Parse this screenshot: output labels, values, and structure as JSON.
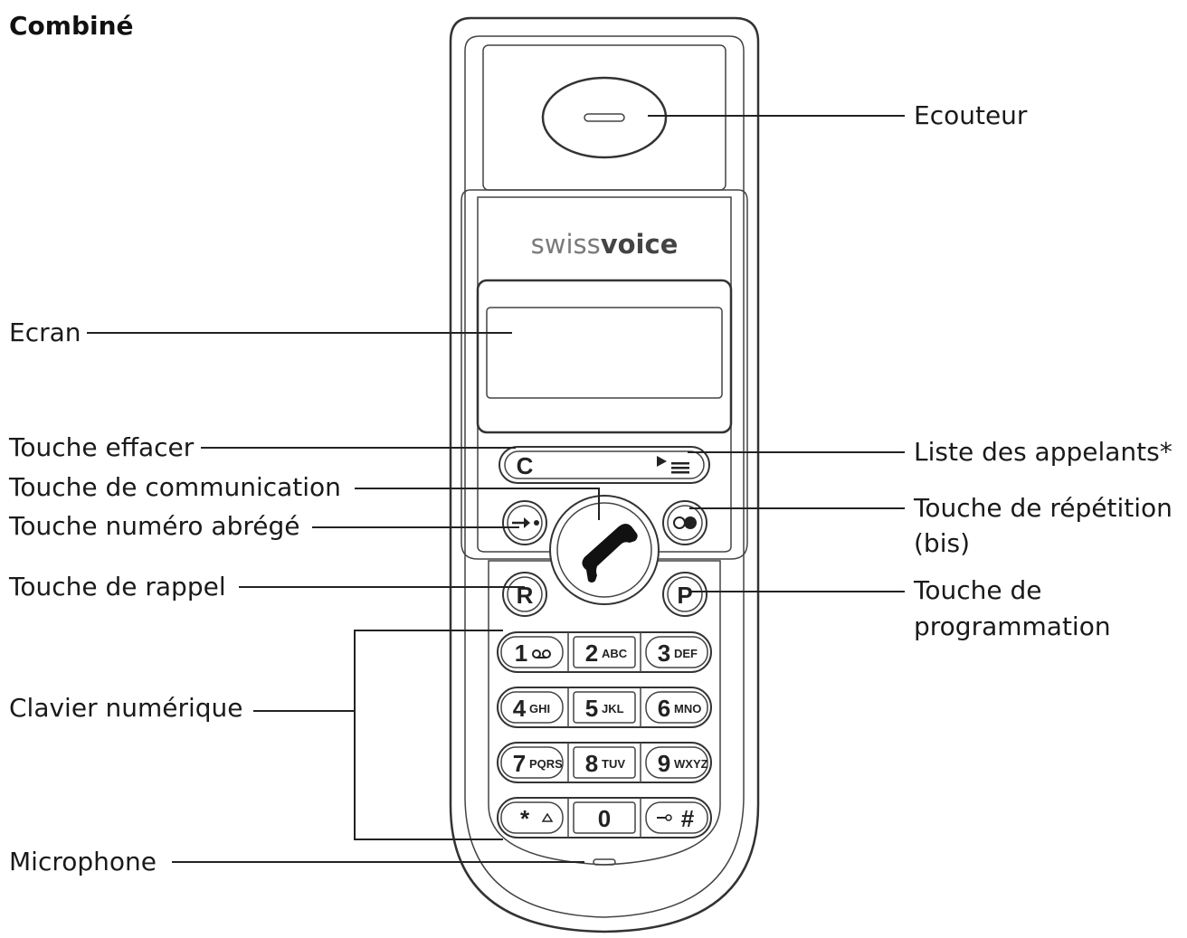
{
  "title": "Combiné",
  "brand": {
    "light": "swiss",
    "bold": "voice"
  },
  "labels": {
    "ecouteur": "Ecouteur",
    "ecran": "Ecran",
    "touche_effacer": "Touche effacer",
    "liste_appelants": "Liste des appelants*",
    "touche_communication": "Touche de communication",
    "touche_numero_abrege": "Touche numéro abrégé",
    "touche_repetition_1": "Touche de répétition",
    "touche_repetition_2": "(bis)",
    "touche_rappel": "Touche de rappel",
    "touche_programmation_1": "Touche de",
    "touche_programmation_2": "programmation",
    "clavier_numerique": "Clavier numérique",
    "microphone": "Microphone"
  },
  "keys": {
    "clear": "C",
    "recall": "R",
    "program": "P",
    "keypad": [
      {
        "digit": "1",
        "letters": ""
      },
      {
        "digit": "2",
        "letters": "ABC"
      },
      {
        "digit": "3",
        "letters": "DEF"
      },
      {
        "digit": "4",
        "letters": "GHI"
      },
      {
        "digit": "5",
        "letters": "JKL"
      },
      {
        "digit": "6",
        "letters": "MNO"
      },
      {
        "digit": "7",
        "letters": "PQRS"
      },
      {
        "digit": "8",
        "letters": "TUV"
      },
      {
        "digit": "9",
        "letters": "WXYZ"
      },
      {
        "digit": "*",
        "letters": ""
      },
      {
        "digit": "0",
        "letters": ""
      },
      {
        "digit": "#",
        "letters": ""
      }
    ]
  }
}
